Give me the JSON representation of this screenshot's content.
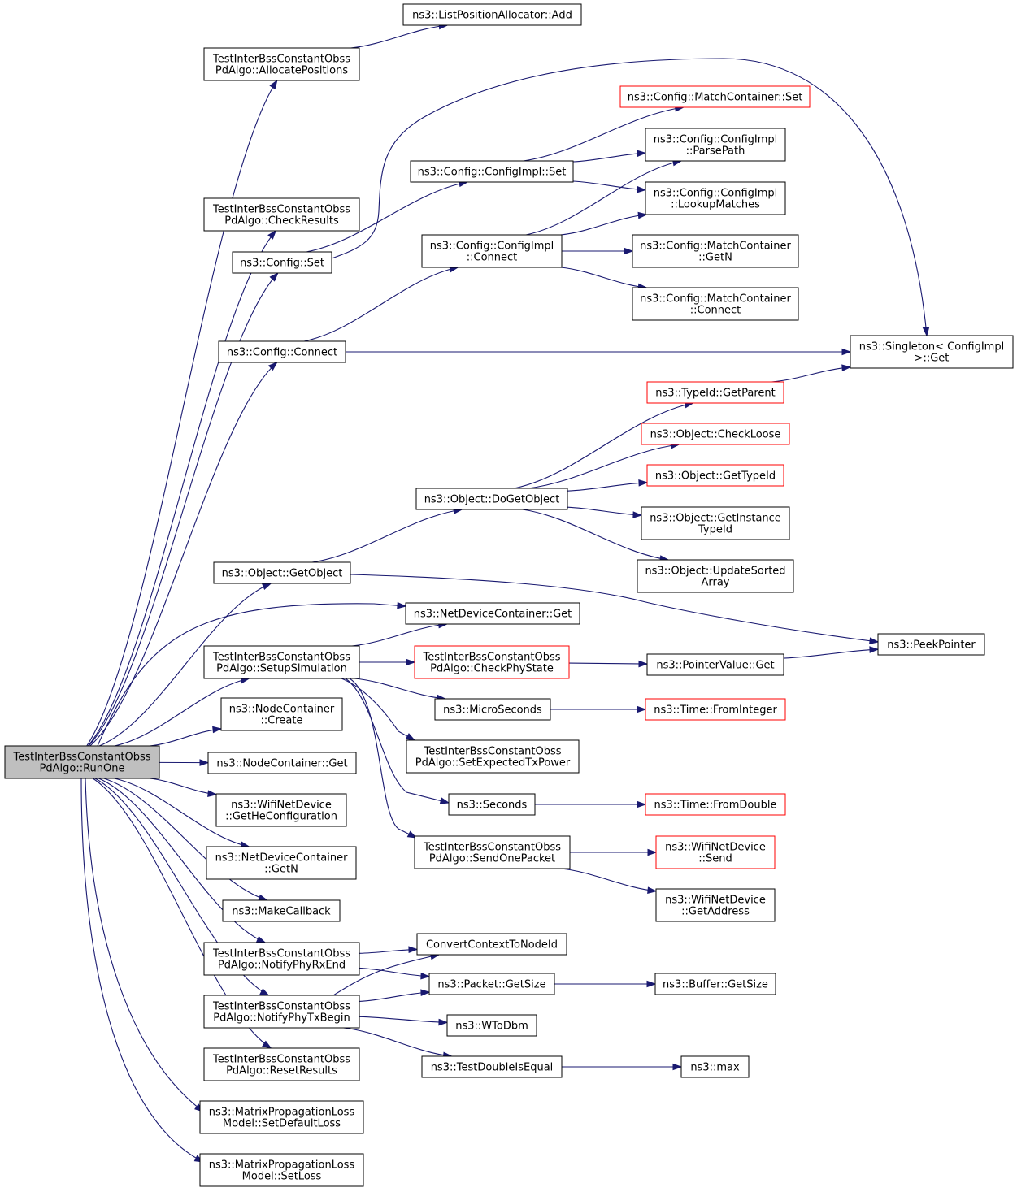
{
  "diagram": {
    "colors": {
      "edge": "#191970",
      "node_border": "#000000",
      "node_border_truncated": "#ff0000",
      "root_fill": "#bfbfbf",
      "node_fill": "#ffffff"
    },
    "nodes": [
      {
        "id": "runone",
        "lines": [
          "TestInterBssConstantObss",
          "PdAlgo::RunOne"
        ],
        "style": "root"
      },
      {
        "id": "allocpos",
        "lines": [
          "TestInterBssConstantObss",
          "PdAlgo::AllocatePositions"
        ],
        "style": "normal"
      },
      {
        "id": "listadd",
        "lines": [
          "ns3::ListPositionAllocator::Add"
        ],
        "style": "normal"
      },
      {
        "id": "checkresults",
        "lines": [
          "TestInterBssConstantObss",
          "PdAlgo::CheckResults"
        ],
        "style": "normal"
      },
      {
        "id": "configset",
        "lines": [
          "ns3::Config::Set"
        ],
        "style": "normal"
      },
      {
        "id": "configimplset",
        "lines": [
          "ns3::Config::ConfigImpl::Set"
        ],
        "style": "normal"
      },
      {
        "id": "matchcontset",
        "lines": [
          "ns3::Config::MatchContainer::Set"
        ],
        "style": "truncated"
      },
      {
        "id": "parsepath",
        "lines": [
          "ns3::Config::ConfigImpl",
          "::ParsePath"
        ],
        "style": "normal"
      },
      {
        "id": "lookupmatches",
        "lines": [
          "ns3::Config::ConfigImpl",
          "::LookupMatches"
        ],
        "style": "normal"
      },
      {
        "id": "configimplconnect",
        "lines": [
          "ns3::Config::ConfigImpl",
          "::Connect"
        ],
        "style": "normal"
      },
      {
        "id": "mcgetn",
        "lines": [
          "ns3::Config::MatchContainer",
          "::GetN"
        ],
        "style": "normal"
      },
      {
        "id": "mcconnect",
        "lines": [
          "ns3::Config::MatchContainer",
          "::Connect"
        ],
        "style": "normal"
      },
      {
        "id": "configconnect",
        "lines": [
          "ns3::Config::Connect"
        ],
        "style": "normal"
      },
      {
        "id": "singletonget",
        "lines": [
          "ns3::Singleton< ConfigImpl",
          ">::Get"
        ],
        "style": "normal"
      },
      {
        "id": "typeidgetparent",
        "lines": [
          "ns3::TypeId::GetParent"
        ],
        "style": "truncated"
      },
      {
        "id": "checkloose",
        "lines": [
          "ns3::Object::CheckLoose"
        ],
        "style": "truncated"
      },
      {
        "id": "gettypeid",
        "lines": [
          "ns3::Object::GetTypeId"
        ],
        "style": "truncated"
      },
      {
        "id": "dogetobject",
        "lines": [
          "ns3::Object::DoGetObject"
        ],
        "style": "normal"
      },
      {
        "id": "getinstancetypeid",
        "lines": [
          "ns3::Object::GetInstance",
          "TypeId"
        ],
        "style": "normal"
      },
      {
        "id": "updatesorted",
        "lines": [
          "ns3::Object::UpdateSorted",
          "Array"
        ],
        "style": "normal"
      },
      {
        "id": "getobject",
        "lines": [
          "ns3::Object::GetObject"
        ],
        "style": "normal"
      },
      {
        "id": "ndcget",
        "lines": [
          "ns3::NetDeviceContainer::Get"
        ],
        "style": "normal"
      },
      {
        "id": "peekpointer",
        "lines": [
          "ns3::PeekPointer"
        ],
        "style": "normal"
      },
      {
        "id": "setupsim",
        "lines": [
          "TestInterBssConstantObss",
          "PdAlgo::SetupSimulation"
        ],
        "style": "normal"
      },
      {
        "id": "checkphystate",
        "lines": [
          "TestInterBssConstantObss",
          "PdAlgo::CheckPhyState"
        ],
        "style": "truncated"
      },
      {
        "id": "pointervalueget",
        "lines": [
          "ns3::PointerValue::Get"
        ],
        "style": "normal"
      },
      {
        "id": "microseconds",
        "lines": [
          "ns3::MicroSeconds"
        ],
        "style": "normal"
      },
      {
        "id": "fromint",
        "lines": [
          "ns3::Time::FromInteger"
        ],
        "style": "truncated"
      },
      {
        "id": "nccreate",
        "lines": [
          "ns3::NodeContainer",
          "::Create"
        ],
        "style": "normal"
      },
      {
        "id": "setexptx",
        "lines": [
          "TestInterBssConstantObss",
          "PdAlgo::SetExpectedTxPower"
        ],
        "style": "normal"
      },
      {
        "id": "ncget",
        "lines": [
          "ns3::NodeContainer::Get"
        ],
        "style": "normal"
      },
      {
        "id": "seconds",
        "lines": [
          "ns3::Seconds"
        ],
        "style": "normal"
      },
      {
        "id": "fromdouble",
        "lines": [
          "ns3::Time::FromDouble"
        ],
        "style": "truncated"
      },
      {
        "id": "getheconf",
        "lines": [
          "ns3::WifiNetDevice",
          "::GetHeConfiguration"
        ],
        "style": "normal"
      },
      {
        "id": "sendonepacket",
        "lines": [
          "TestInterBssConstantObss",
          "PdAlgo::SendOnePacket"
        ],
        "style": "normal"
      },
      {
        "id": "wndsend",
        "lines": [
          "ns3::WifiNetDevice",
          "::Send"
        ],
        "style": "truncated"
      },
      {
        "id": "ndcgetn",
        "lines": [
          "ns3::NetDeviceContainer",
          "::GetN"
        ],
        "style": "normal"
      },
      {
        "id": "wndgetaddr",
        "lines": [
          "ns3::WifiNetDevice",
          "::GetAddress"
        ],
        "style": "normal"
      },
      {
        "id": "makecallback",
        "lines": [
          "ns3::MakeCallback"
        ],
        "style": "normal"
      },
      {
        "id": "convctx",
        "lines": [
          "ConvertContextToNodeId"
        ],
        "style": "normal"
      },
      {
        "id": "notifyrxend",
        "lines": [
          "TestInterBssConstantObss",
          "PdAlgo::NotifyPhyRxEnd"
        ],
        "style": "normal"
      },
      {
        "id": "packetgetsize",
        "lines": [
          "ns3::Packet::GetSize"
        ],
        "style": "normal"
      },
      {
        "id": "buffergetsize",
        "lines": [
          "ns3::Buffer::GetSize"
        ],
        "style": "normal"
      },
      {
        "id": "notifytxbegin",
        "lines": [
          "TestInterBssConstantObss",
          "PdAlgo::NotifyPhyTxBegin"
        ],
        "style": "normal"
      },
      {
        "id": "wtodbm",
        "lines": [
          "ns3::WToDbm"
        ],
        "style": "normal"
      },
      {
        "id": "testdouble",
        "lines": [
          "ns3::TestDoubleIsEqual"
        ],
        "style": "normal"
      },
      {
        "id": "max",
        "lines": [
          "ns3::max"
        ],
        "style": "normal"
      },
      {
        "id": "resetresults",
        "lines": [
          "TestInterBssConstantObss",
          "PdAlgo::ResetResults"
        ],
        "style": "normal"
      },
      {
        "id": "setdefaultloss",
        "lines": [
          "ns3::MatrixPropagationLoss",
          "Model::SetDefaultLoss"
        ],
        "style": "normal"
      },
      {
        "id": "setloss",
        "lines": [
          "ns3::MatrixPropagationLoss",
          "Model::SetLoss"
        ],
        "style": "normal"
      }
    ],
    "edges": [
      {
        "from": "runone",
        "to": "allocpos"
      },
      {
        "from": "runone",
        "to": "checkresults"
      },
      {
        "from": "runone",
        "to": "configset"
      },
      {
        "from": "runone",
        "to": "configconnect"
      },
      {
        "from": "runone",
        "to": "getobject"
      },
      {
        "from": "runone",
        "to": "ndcget"
      },
      {
        "from": "runone",
        "to": "setupsim"
      },
      {
        "from": "runone",
        "to": "nccreate"
      },
      {
        "from": "runone",
        "to": "ncget"
      },
      {
        "from": "runone",
        "to": "getheconf"
      },
      {
        "from": "runone",
        "to": "ndcgetn"
      },
      {
        "from": "runone",
        "to": "makecallback"
      },
      {
        "from": "runone",
        "to": "notifyrxend"
      },
      {
        "from": "runone",
        "to": "notifytxbegin"
      },
      {
        "from": "runone",
        "to": "resetresults"
      },
      {
        "from": "runone",
        "to": "setdefaultloss"
      },
      {
        "from": "runone",
        "to": "setloss"
      },
      {
        "from": "allocpos",
        "to": "listadd"
      },
      {
        "from": "configset",
        "to": "configimplset"
      },
      {
        "from": "configset",
        "to": "singletonget"
      },
      {
        "from": "configimplset",
        "to": "matchcontset"
      },
      {
        "from": "configimplset",
        "to": "parsepath"
      },
      {
        "from": "configimplset",
        "to": "lookupmatches"
      },
      {
        "from": "configconnect",
        "to": "configimplconnect"
      },
      {
        "from": "configconnect",
        "to": "singletonget"
      },
      {
        "from": "configimplconnect",
        "to": "parsepath"
      },
      {
        "from": "configimplconnect",
        "to": "lookupmatches"
      },
      {
        "from": "configimplconnect",
        "to": "mcgetn"
      },
      {
        "from": "configimplconnect",
        "to": "mcconnect"
      },
      {
        "from": "typeidgetparent",
        "to": "singletonget"
      },
      {
        "from": "getobject",
        "to": "dogetobject"
      },
      {
        "from": "getobject",
        "to": "peekpointer"
      },
      {
        "from": "dogetobject",
        "to": "typeidgetparent"
      },
      {
        "from": "dogetobject",
        "to": "checkloose"
      },
      {
        "from": "dogetobject",
        "to": "gettypeid"
      },
      {
        "from": "dogetobject",
        "to": "getinstancetypeid"
      },
      {
        "from": "dogetobject",
        "to": "updatesorted"
      },
      {
        "from": "setupsim",
        "to": "ndcget"
      },
      {
        "from": "setupsim",
        "to": "checkphystate"
      },
      {
        "from": "setupsim",
        "to": "microseconds"
      },
      {
        "from": "setupsim",
        "to": "setexptx"
      },
      {
        "from": "setupsim",
        "to": "seconds"
      },
      {
        "from": "setupsim",
        "to": "sendonepacket"
      },
      {
        "from": "checkphystate",
        "to": "pointervalueget"
      },
      {
        "from": "pointervalueget",
        "to": "peekpointer"
      },
      {
        "from": "microseconds",
        "to": "fromint"
      },
      {
        "from": "seconds",
        "to": "fromdouble"
      },
      {
        "from": "sendonepacket",
        "to": "wndsend"
      },
      {
        "from": "sendonepacket",
        "to": "wndgetaddr"
      },
      {
        "from": "notifyrxend",
        "to": "convctx"
      },
      {
        "from": "notifyrxend",
        "to": "packetgetsize"
      },
      {
        "from": "notifytxbegin",
        "to": "convctx"
      },
      {
        "from": "notifytxbegin",
        "to": "packetgetsize"
      },
      {
        "from": "notifytxbegin",
        "to": "wtodbm"
      },
      {
        "from": "notifytxbegin",
        "to": "testdouble"
      },
      {
        "from": "packetgetsize",
        "to": "buffergetsize"
      },
      {
        "from": "testdouble",
        "to": "max"
      }
    ]
  }
}
